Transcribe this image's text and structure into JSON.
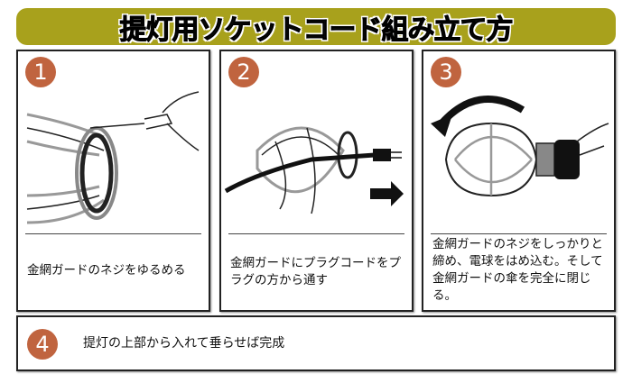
{
  "title": "提灯用ソケットコード組み立て方",
  "colors": {
    "title_bg": "#a8a11c",
    "step_badge": "#c0643f"
  },
  "steps": [
    {
      "number": "1",
      "text": "金網ガードのネジをゆるめる"
    },
    {
      "number": "2",
      "text": "金網ガードにプラグコードをプラグの方から通す"
    },
    {
      "number": "3",
      "text": "金網ガードのネジをしっかりと締め、電球をはめ込む。そして金網ガードの傘を完全に閉じる。"
    },
    {
      "number": "4",
      "text": "提灯の上部から入れて垂らせば完成"
    }
  ]
}
